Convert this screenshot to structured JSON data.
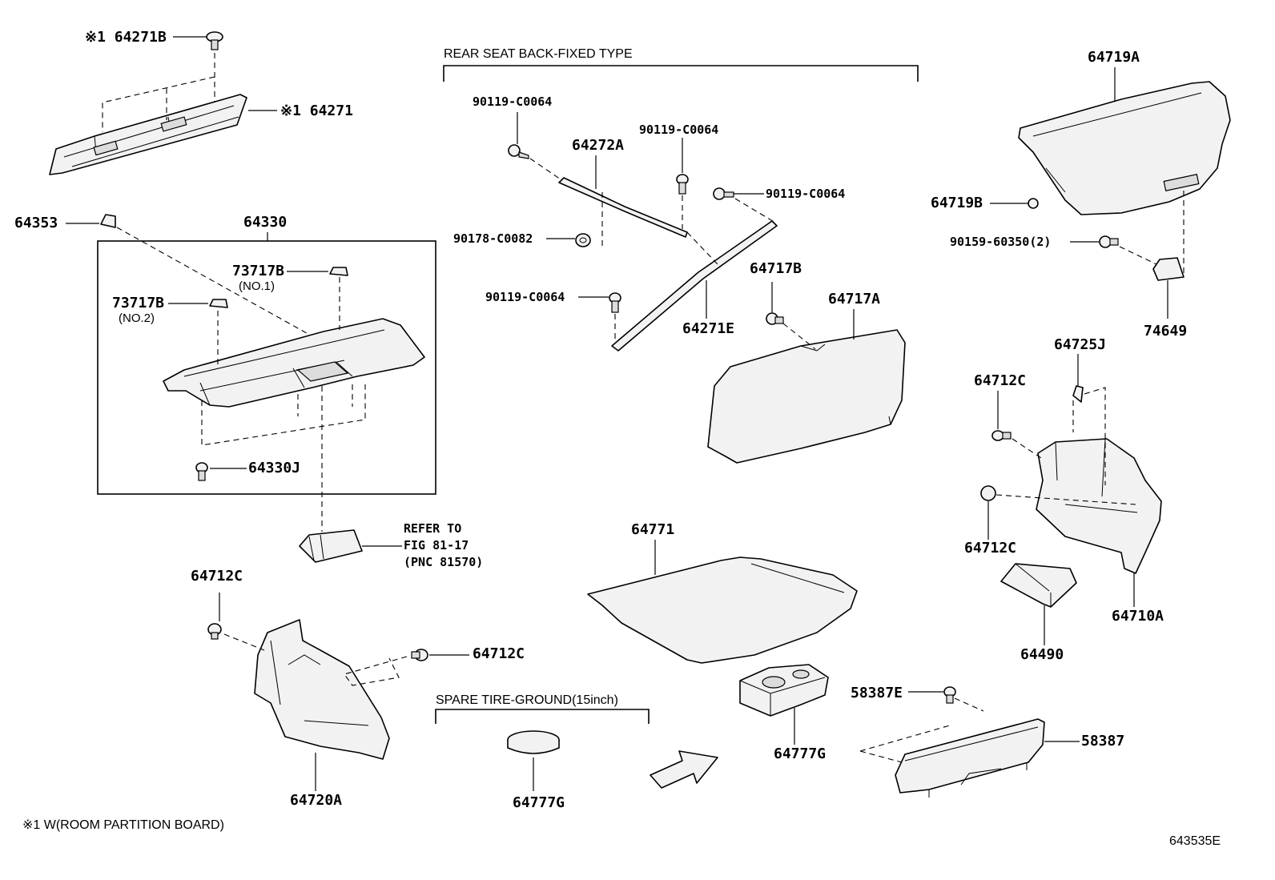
{
  "labels": {
    "p64271B": "※1 64271B",
    "p64271": "※1 64271",
    "p64353": "64353",
    "p64330": "64330",
    "p73717B_1": "73717B",
    "p73717B_1_note": "(NO.1)",
    "p73717B_2": "73717B",
    "p73717B_2_note": "(NO.2)",
    "p64330J": "64330J",
    "refer": [
      "REFER TO",
      "FIG 81-17",
      "(PNC 81570)"
    ],
    "p64712C_a": "64712C",
    "p64712C_b": "64712C",
    "p64720A": "64720A",
    "rear_seat_header": "REAR SEAT BACK-FIXED TYPE",
    "b90119_a": "90119-C0064",
    "b90119_b": "90119-C0064",
    "b90119_c": "90119-C0064",
    "b90119_d": "90119-C0064",
    "p64272A": "64272A",
    "n90178": "90178-C0082",
    "p64271E": "64271E",
    "p64717B": "64717B",
    "p64717A": "64717A",
    "p64771": "64771",
    "spare_header": "SPARE TIRE-GROUND(15inch)",
    "p64777G_a": "64777G",
    "p64777G_b": "64777G",
    "p58387E": "58387E",
    "p58387": "58387",
    "p64719A": "64719A",
    "p64719B": "64719B",
    "b90159": "90159-60350(2)",
    "p74649": "74649",
    "p64725J": "64725J",
    "p64712C_c": "64712C",
    "p64712C_d": "64712C",
    "p64710A": "64710A",
    "p64490": "64490",
    "footnote": "※1 W(ROOM PARTITION BOARD)",
    "fig_id": "643535E"
  }
}
